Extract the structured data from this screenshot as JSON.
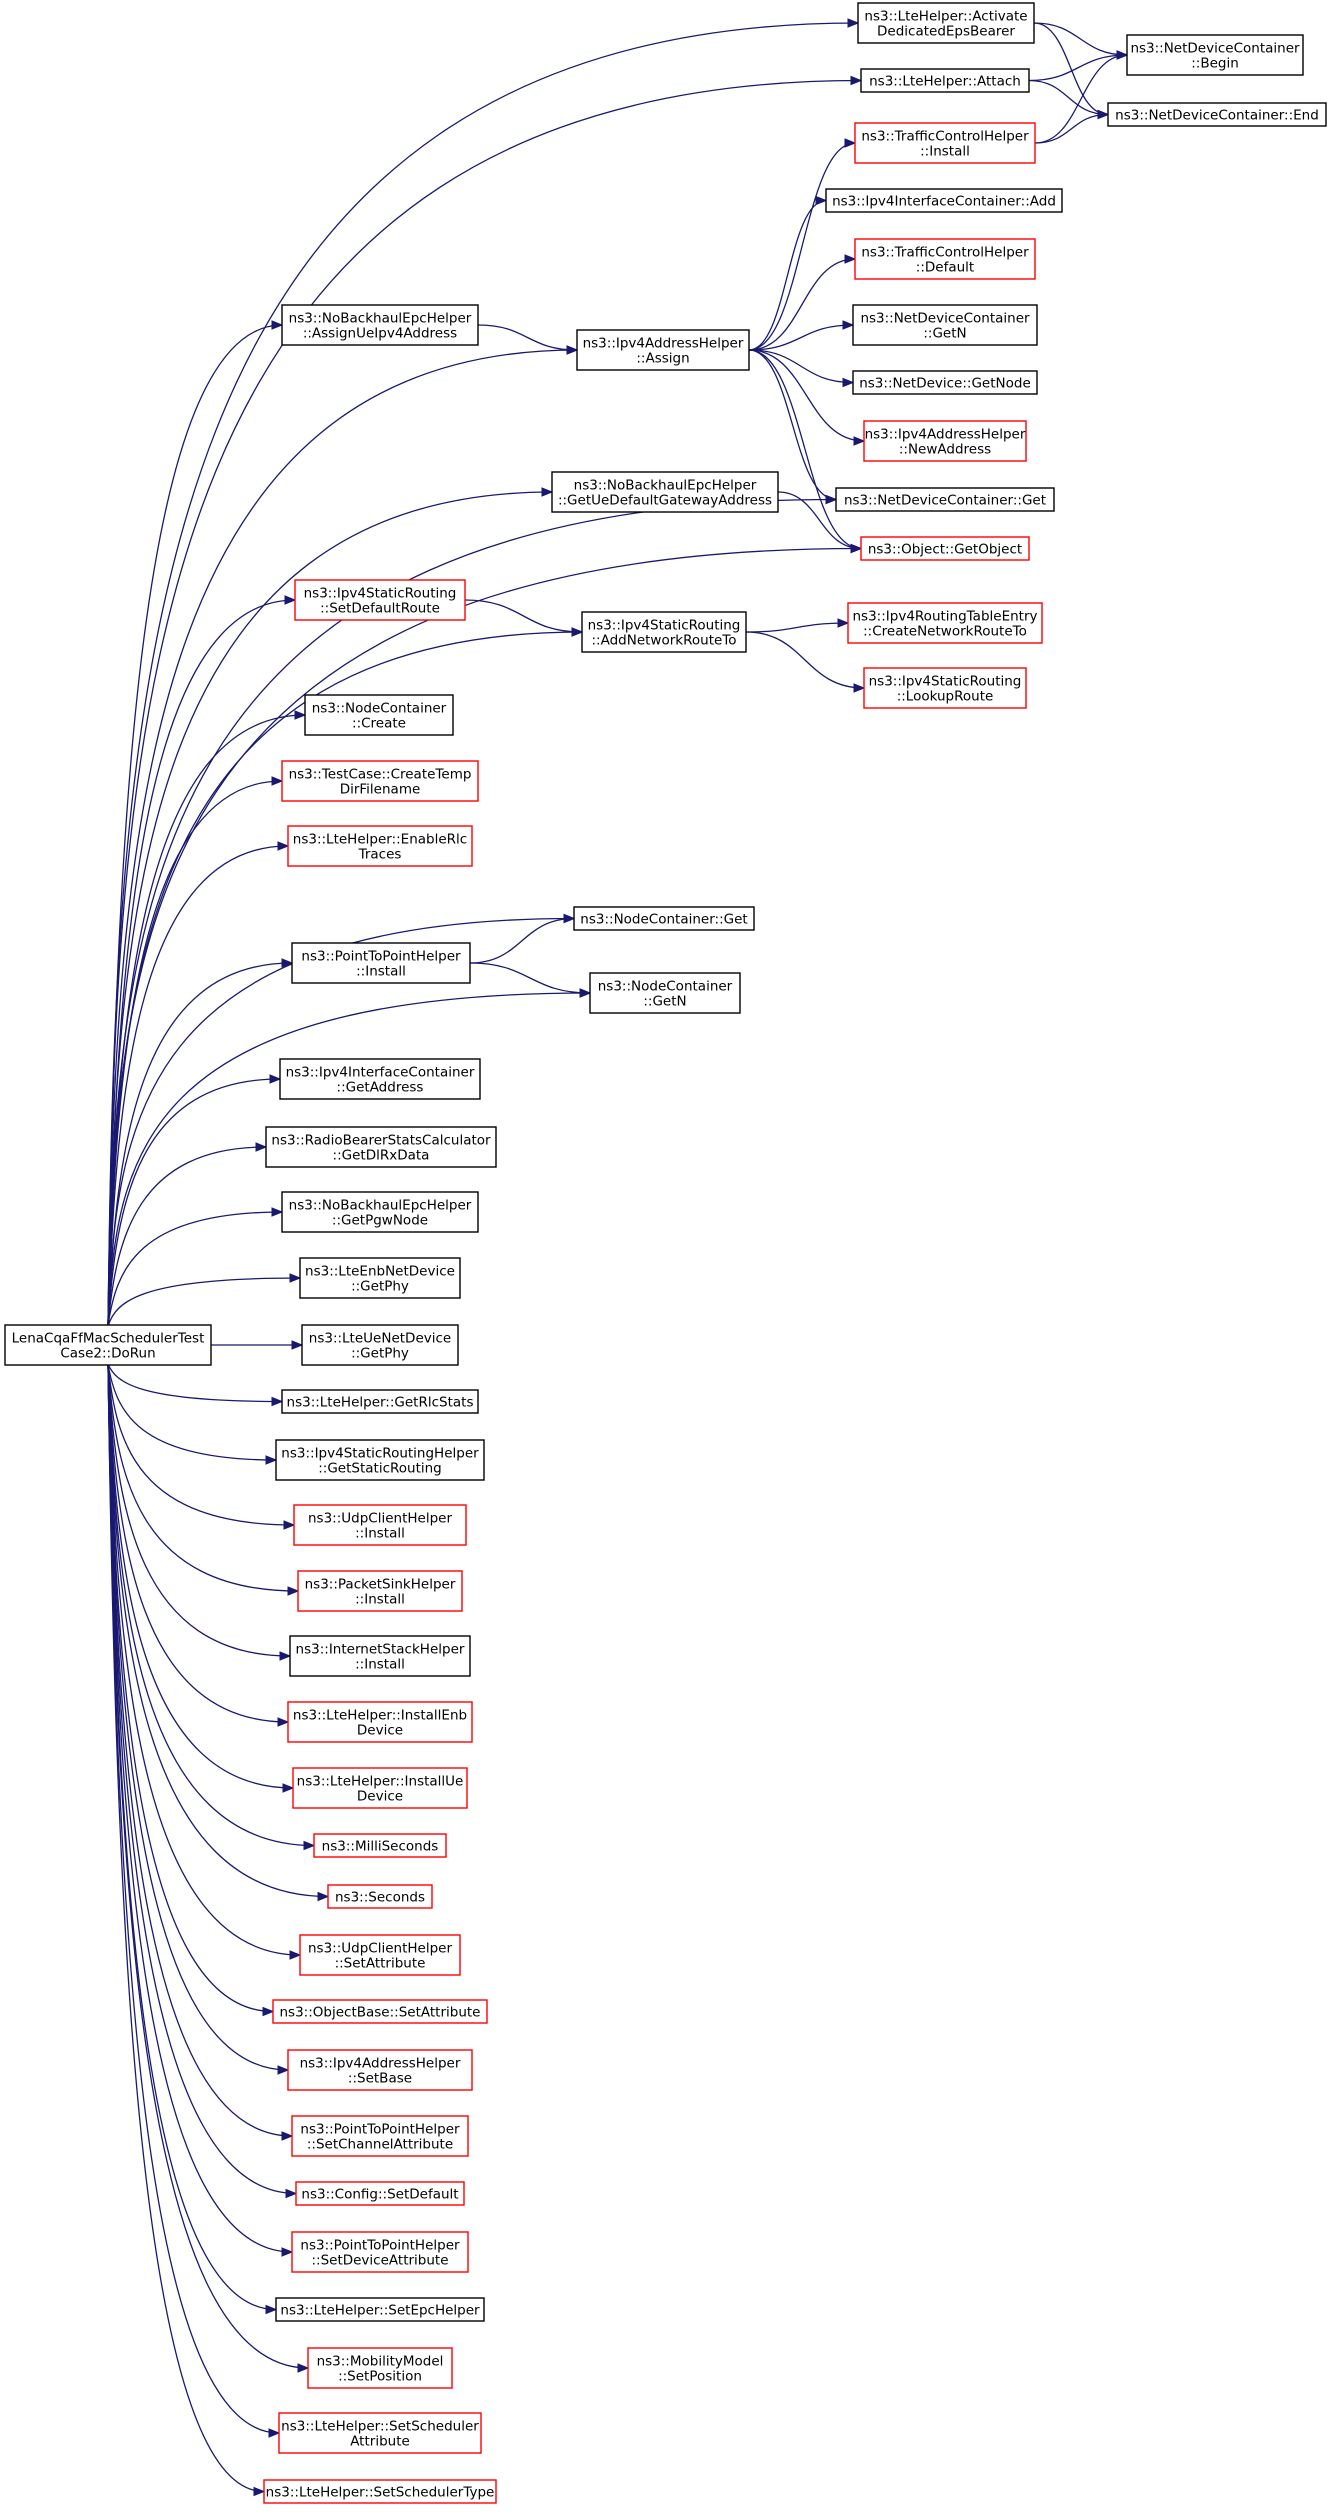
{
  "colors": {
    "edge": "#191970",
    "normal_border": "#000000",
    "truncated_border": "#ff0000",
    "root_fill": "#bfbfbf",
    "node_fill": "#ffffff"
  },
  "nodes": [
    {
      "id": "root",
      "lines": [
        "LenaCqaFfMacSchedulerTest",
        "Case2::DoRun"
      ],
      "border": "root"
    },
    {
      "id": "n_activate",
      "lines": [
        "ns3::LteHelper::Activate",
        "DedicatedEpsBearer"
      ],
      "border": "black"
    },
    {
      "id": "n_attach",
      "lines": [
        "ns3::LteHelper::Attach"
      ],
      "border": "black"
    },
    {
      "id": "n_tch_install",
      "lines": [
        "ns3::TrafficControlHelper",
        "::Install"
      ],
      "border": "red"
    },
    {
      "id": "n_ndc_begin",
      "lines": [
        "ns3::NetDeviceContainer",
        "::Begin"
      ],
      "border": "black"
    },
    {
      "id": "n_ndc_end",
      "lines": [
        "ns3::NetDeviceContainer::End"
      ],
      "border": "black"
    },
    {
      "id": "n_iic_add",
      "lines": [
        "ns3::Ipv4InterfaceContainer::Add"
      ],
      "border": "black"
    },
    {
      "id": "n_tch_default",
      "lines": [
        "ns3::TrafficControlHelper",
        "::Default"
      ],
      "border": "red"
    },
    {
      "id": "n_ndc_getn",
      "lines": [
        "ns3::NetDeviceContainer",
        "::GetN"
      ],
      "border": "black"
    },
    {
      "id": "n_nd_getnode",
      "lines": [
        "ns3::NetDevice::GetNode"
      ],
      "border": "black"
    },
    {
      "id": "n_iah_newaddr",
      "lines": [
        "ns3::Ipv4AddressHelper",
        "::NewAddress"
      ],
      "border": "red"
    },
    {
      "id": "n_ndc_get",
      "lines": [
        "ns3::NetDeviceContainer::Get"
      ],
      "border": "black"
    },
    {
      "id": "n_getobject",
      "lines": [
        "ns3::Object::GetObject"
      ],
      "border": "red"
    },
    {
      "id": "n_nbeh_assign",
      "lines": [
        "ns3::NoBackhaulEpcHelper",
        "::AssignUeIpv4Address"
      ],
      "border": "black"
    },
    {
      "id": "n_iah_assign",
      "lines": [
        "ns3::Ipv4AddressHelper",
        "::Assign"
      ],
      "border": "black"
    },
    {
      "id": "n_nbeh_gateway",
      "lines": [
        "ns3::NoBackhaulEpcHelper",
        "::GetUeDefaultGatewayAddress"
      ],
      "border": "black"
    },
    {
      "id": "n_isr_setdefault",
      "lines": [
        "ns3::Ipv4StaticRouting",
        "::SetDefaultRoute"
      ],
      "border": "red"
    },
    {
      "id": "n_isr_addnet",
      "lines": [
        "ns3::Ipv4StaticRouting",
        "::AddNetworkRouteTo"
      ],
      "border": "black"
    },
    {
      "id": "n_irte_create",
      "lines": [
        "ns3::Ipv4RoutingTableEntry",
        "::CreateNetworkRouteTo"
      ],
      "border": "red"
    },
    {
      "id": "n_isr_lookup",
      "lines": [
        "ns3::Ipv4StaticRouting",
        "::LookupRoute"
      ],
      "border": "red"
    },
    {
      "id": "n_nc_create",
      "lines": [
        "ns3::NodeContainer",
        "::Create"
      ],
      "border": "black"
    },
    {
      "id": "n_tc_createtemp",
      "lines": [
        "ns3::TestCase::CreateTemp",
        "DirFilename"
      ],
      "border": "red"
    },
    {
      "id": "n_lte_enablerlc",
      "lines": [
        "ns3::LteHelper::EnableRlc",
        "Traces"
      ],
      "border": "red"
    },
    {
      "id": "n_nc_get",
      "lines": [
        "ns3::NodeContainer::Get"
      ],
      "border": "black"
    },
    {
      "id": "n_p2p_install",
      "lines": [
        "ns3::PointToPointHelper",
        "::Install"
      ],
      "border": "black"
    },
    {
      "id": "n_nc_getn",
      "lines": [
        "ns3::NodeContainer",
        "::GetN"
      ],
      "border": "black"
    },
    {
      "id": "n_iic_getaddr",
      "lines": [
        "ns3::Ipv4InterfaceContainer",
        "::GetAddress"
      ],
      "border": "black"
    },
    {
      "id": "n_rbsc_getdlrx",
      "lines": [
        "ns3::RadioBearerStatsCalculator",
        "::GetDlRxData"
      ],
      "border": "black"
    },
    {
      "id": "n_nbeh_pgw",
      "lines": [
        "ns3::NoBackhaulEpcHelper",
        "::GetPgwNode"
      ],
      "border": "black"
    },
    {
      "id": "n_enb_getphy",
      "lines": [
        "ns3::LteEnbNetDevice",
        "::GetPhy"
      ],
      "border": "black"
    },
    {
      "id": "n_ue_getphy",
      "lines": [
        "ns3::LteUeNetDevice",
        "::GetPhy"
      ],
      "border": "black"
    },
    {
      "id": "n_lte_rlcstats",
      "lines": [
        "ns3::LteHelper::GetRlcStats"
      ],
      "border": "black"
    },
    {
      "id": "n_isrh_getstatic",
      "lines": [
        "ns3::Ipv4StaticRoutingHelper",
        "::GetStaticRouting"
      ],
      "border": "black"
    },
    {
      "id": "n_udpc_install",
      "lines": [
        "ns3::UdpClientHelper",
        "::Install"
      ],
      "border": "red"
    },
    {
      "id": "n_psh_install",
      "lines": [
        "ns3::PacketSinkHelper",
        "::Install"
      ],
      "border": "red"
    },
    {
      "id": "n_ish_install",
      "lines": [
        "ns3::InternetStackHelper",
        "::Install"
      ],
      "border": "black"
    },
    {
      "id": "n_lte_installenb",
      "lines": [
        "ns3::LteHelper::InstallEnb",
        "Device"
      ],
      "border": "red"
    },
    {
      "id": "n_lte_installue",
      "lines": [
        "ns3::LteHelper::InstallUe",
        "Device"
      ],
      "border": "red"
    },
    {
      "id": "n_milliseconds",
      "lines": [
        "ns3::MilliSeconds"
      ],
      "border": "red"
    },
    {
      "id": "n_seconds",
      "lines": [
        "ns3::Seconds"
      ],
      "border": "red"
    },
    {
      "id": "n_udpc_setattr",
      "lines": [
        "ns3::UdpClientHelper",
        "::SetAttribute"
      ],
      "border": "red"
    },
    {
      "id": "n_ob_setattr",
      "lines": [
        "ns3::ObjectBase::SetAttribute"
      ],
      "border": "red"
    },
    {
      "id": "n_iah_setbase",
      "lines": [
        "ns3::Ipv4AddressHelper",
        "::SetBase"
      ],
      "border": "red"
    },
    {
      "id": "n_p2p_setchan",
      "lines": [
        "ns3::PointToPointHelper",
        "::SetChannelAttribute"
      ],
      "border": "red"
    },
    {
      "id": "n_cfg_setdefault",
      "lines": [
        "ns3::Config::SetDefault"
      ],
      "border": "red"
    },
    {
      "id": "n_p2p_setdev",
      "lines": [
        "ns3::PointToPointHelper",
        "::SetDeviceAttribute"
      ],
      "border": "red"
    },
    {
      "id": "n_lte_setepc",
      "lines": [
        "ns3::LteHelper::SetEpcHelper"
      ],
      "border": "black"
    },
    {
      "id": "n_mm_setpos",
      "lines": [
        "ns3::MobilityModel",
        "::SetPosition"
      ],
      "border": "red"
    },
    {
      "id": "n_lte_setschedattr",
      "lines": [
        "ns3::LteHelper::SetScheduler",
        "Attribute"
      ],
      "border": "red"
    },
    {
      "id": "n_lte_setschedtype",
      "lines": [
        "ns3::LteHelper::SetSchedulerType"
      ],
      "border": "red"
    }
  ],
  "edges": [
    [
      "root",
      "n_activate"
    ],
    [
      "root",
      "n_attach"
    ],
    [
      "root",
      "n_nbeh_assign"
    ],
    [
      "root",
      "n_iah_assign"
    ],
    [
      "root",
      "n_ndc_get"
    ],
    [
      "root",
      "n_nbeh_gateway"
    ],
    [
      "root",
      "n_getobject"
    ],
    [
      "root",
      "n_isr_setdefault"
    ],
    [
      "root",
      "n_isr_addnet"
    ],
    [
      "root",
      "n_nc_create"
    ],
    [
      "root",
      "n_tc_createtemp"
    ],
    [
      "root",
      "n_lte_enablerlc"
    ],
    [
      "root",
      "n_nc_get"
    ],
    [
      "root",
      "n_p2p_install"
    ],
    [
      "root",
      "n_nc_getn"
    ],
    [
      "root",
      "n_iic_getaddr"
    ],
    [
      "root",
      "n_rbsc_getdlrx"
    ],
    [
      "root",
      "n_nbeh_pgw"
    ],
    [
      "root",
      "n_enb_getphy"
    ],
    [
      "root",
      "n_ue_getphy"
    ],
    [
      "root",
      "n_lte_rlcstats"
    ],
    [
      "root",
      "n_isrh_getstatic"
    ],
    [
      "root",
      "n_udpc_install"
    ],
    [
      "root",
      "n_psh_install"
    ],
    [
      "root",
      "n_ish_install"
    ],
    [
      "root",
      "n_lte_installenb"
    ],
    [
      "root",
      "n_lte_installue"
    ],
    [
      "root",
      "n_milliseconds"
    ],
    [
      "root",
      "n_seconds"
    ],
    [
      "root",
      "n_udpc_setattr"
    ],
    [
      "root",
      "n_ob_setattr"
    ],
    [
      "root",
      "n_iah_setbase"
    ],
    [
      "root",
      "n_p2p_setchan"
    ],
    [
      "root",
      "n_cfg_setdefault"
    ],
    [
      "root",
      "n_p2p_setdev"
    ],
    [
      "root",
      "n_lte_setepc"
    ],
    [
      "root",
      "n_mm_setpos"
    ],
    [
      "root",
      "n_lte_setschedattr"
    ],
    [
      "root",
      "n_lte_setschedtype"
    ],
    [
      "n_activate",
      "n_ndc_begin"
    ],
    [
      "n_activate",
      "n_ndc_end"
    ],
    [
      "n_attach",
      "n_ndc_begin"
    ],
    [
      "n_attach",
      "n_ndc_end"
    ],
    [
      "n_tch_install",
      "n_ndc_begin"
    ],
    [
      "n_tch_install",
      "n_ndc_end"
    ],
    [
      "n_nbeh_assign",
      "n_iah_assign"
    ],
    [
      "n_iah_assign",
      "n_tch_install"
    ],
    [
      "n_iah_assign",
      "n_iic_add"
    ],
    [
      "n_iah_assign",
      "n_tch_default"
    ],
    [
      "n_iah_assign",
      "n_ndc_getn"
    ],
    [
      "n_iah_assign",
      "n_nd_getnode"
    ],
    [
      "n_iah_assign",
      "n_iah_newaddr"
    ],
    [
      "n_iah_assign",
      "n_ndc_get"
    ],
    [
      "n_iah_assign",
      "n_getobject"
    ],
    [
      "n_nbeh_gateway",
      "n_getobject"
    ],
    [
      "n_isr_setdefault",
      "n_isr_addnet"
    ],
    [
      "n_isr_addnet",
      "n_irte_create"
    ],
    [
      "n_isr_addnet",
      "n_isr_lookup"
    ],
    [
      "n_p2p_install",
      "n_nc_get"
    ],
    [
      "n_p2p_install",
      "n_nc_getn"
    ]
  ]
}
